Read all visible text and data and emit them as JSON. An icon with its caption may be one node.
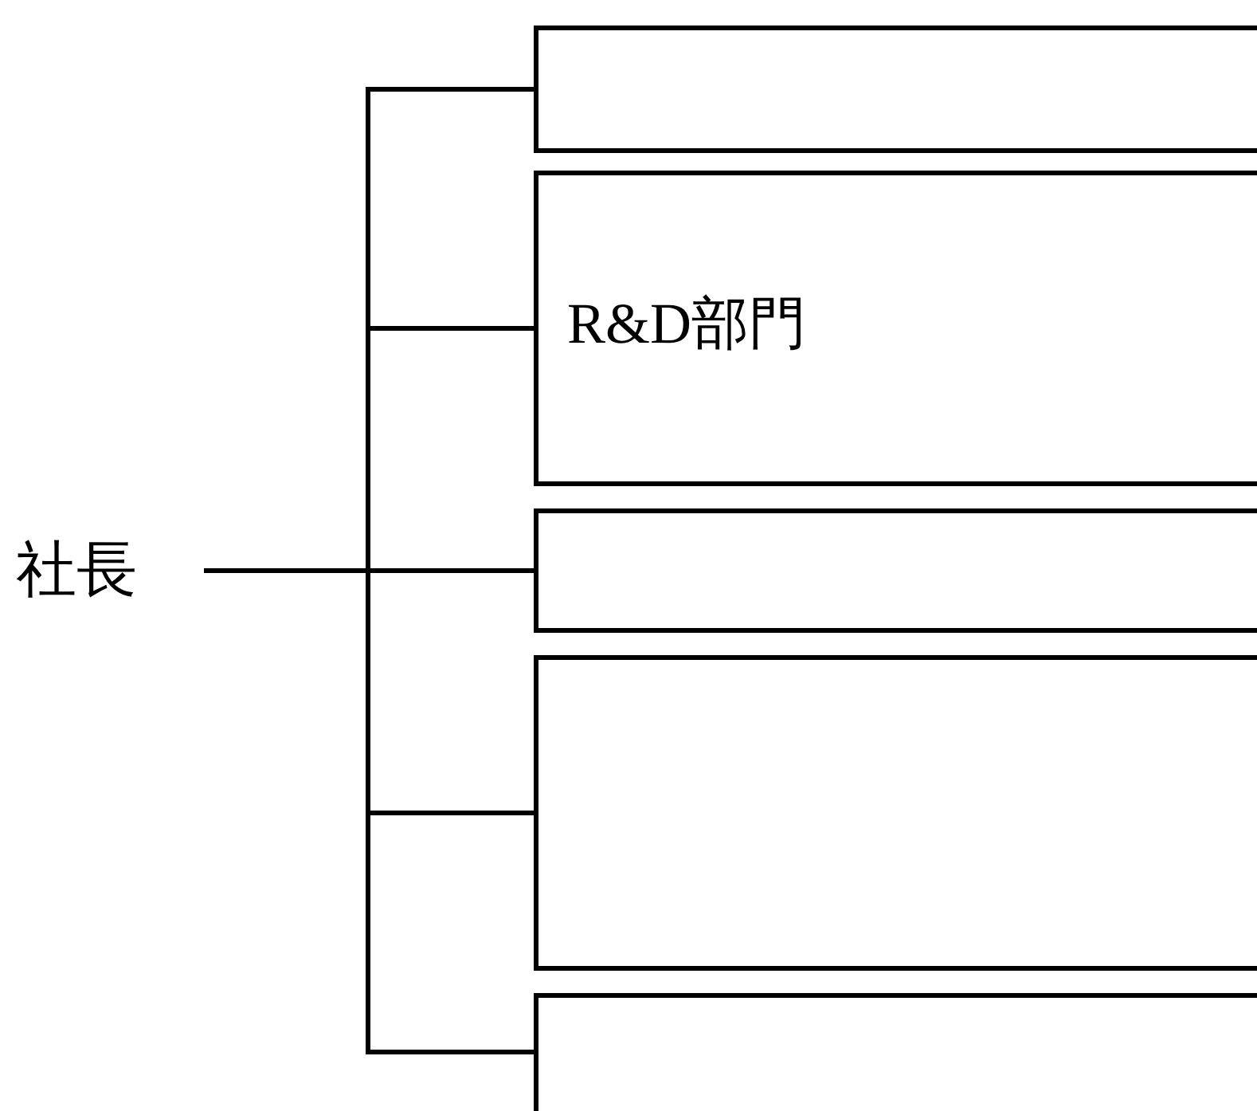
{
  "diagram": {
    "nodes": [
      {
        "text": [
          "社長"
        ]
      },
      {
        "text": [],
        "shape": "box"
      },
      {
        "text": [
          "R&D部門"
        ]
      },
      {
        "text": [],
        "shape": "box"
      },
      {
        "text": [],
        "shape": "box"
      },
      {
        "text": [],
        "shape": "box"
      }
    ],
    "edges": [
      {
        "from": 0,
        "to": 1,
        "arrow": "none"
      },
      {
        "from": 0,
        "to": 2,
        "arrow": "none"
      },
      {
        "from": 0,
        "to": 3,
        "arrow": "none"
      },
      {
        "from": 0,
        "to": 4,
        "arrow": "none"
      },
      {
        "from": 0,
        "to": 5,
        "arrow": "none"
      }
    ]
  }
}
